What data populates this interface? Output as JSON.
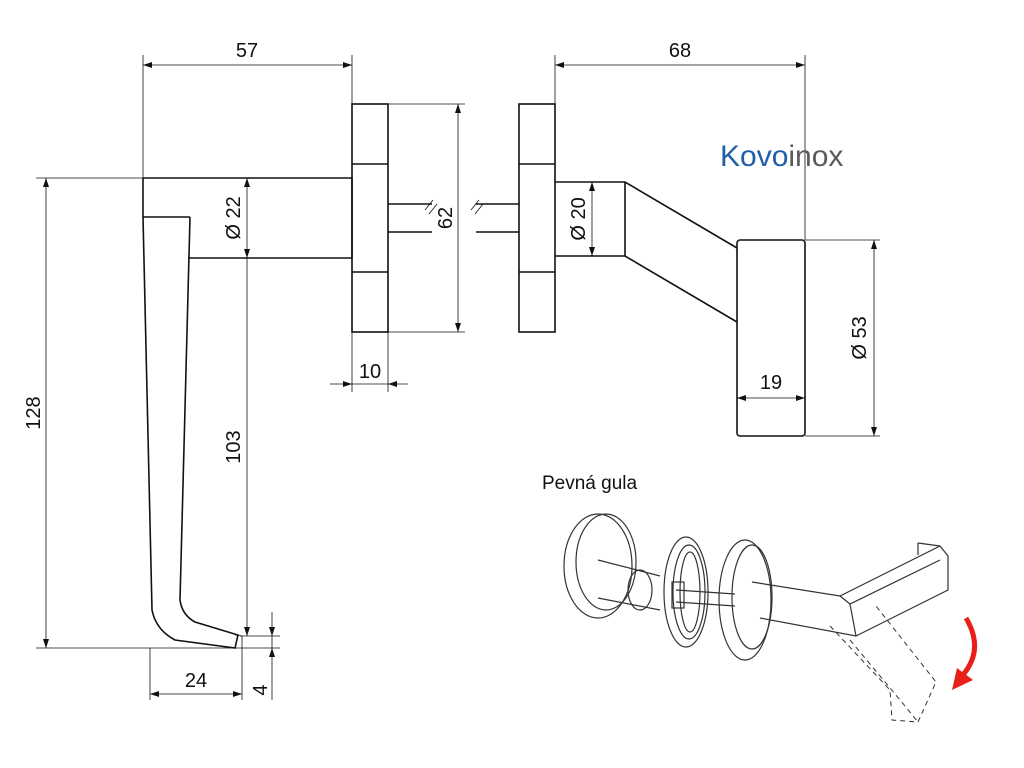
{
  "brand": {
    "part1": "Kovo",
    "part2": "inox",
    "color1": "#1f5fa8",
    "color2": "#5a5a5a"
  },
  "dimensions": {
    "handle_length": "57",
    "rosette_to_knob": "68",
    "total_height": "128",
    "lever_height": "103",
    "tip_width": "24",
    "tip_thickness": "4",
    "lever_diameter": "Ø 22",
    "knob_neck_diameter": "Ø 20",
    "rosette_diameter": "62",
    "rosette_thickness": "10",
    "knob_diameter": "Ø 53",
    "knob_width": "19"
  },
  "caption": "Pevná gula",
  "arrow_color": "#e8201a"
}
